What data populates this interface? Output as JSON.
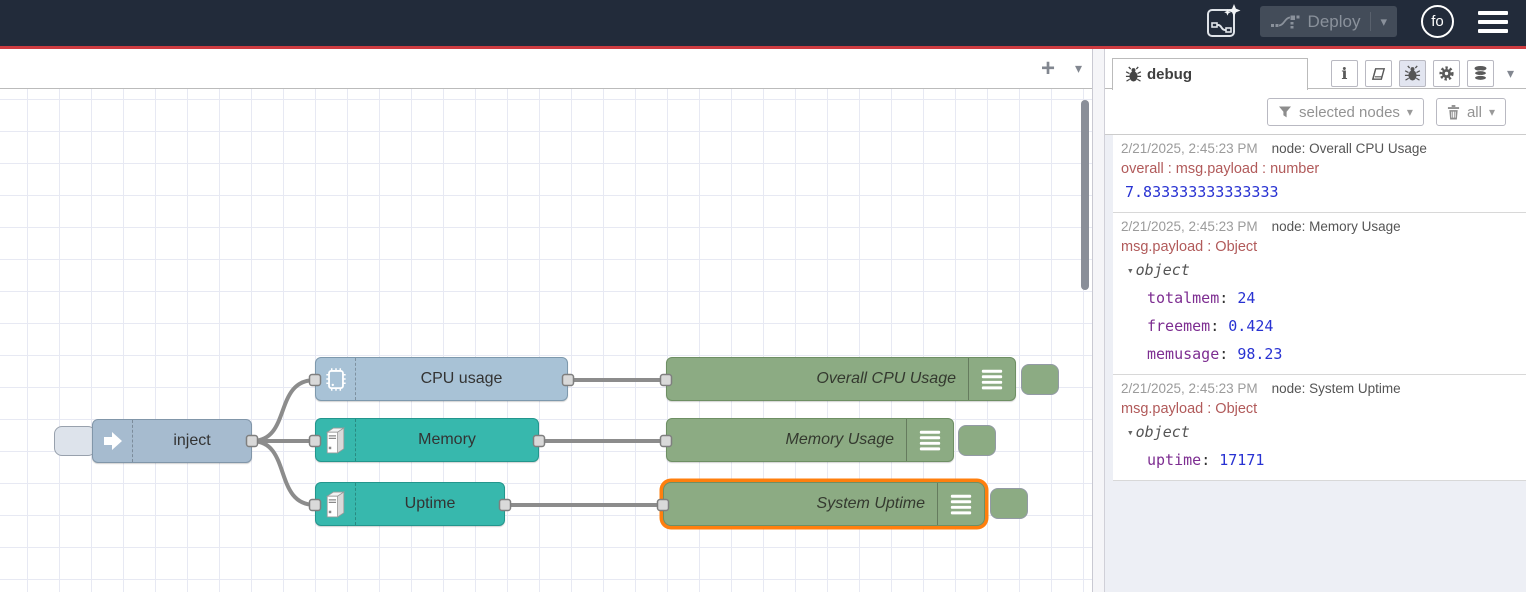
{
  "icons": {
    "plus": "+",
    "chevron_down": "▾",
    "object_toggle": "▾"
  },
  "colors": {
    "header_bg": "#222b3a",
    "header_accent_red": "#cf3b40",
    "inject_node": "#a6bbcf",
    "cpu_node": "#a8c2d6",
    "teal_node": "#37b8ad",
    "debug_node": "#8cab83",
    "selected_outline": "#ff7f0e",
    "wire": "#8c8c8c",
    "debug_value_blue": "#2832d2",
    "debug_key_purple": "#7d2d91",
    "debug_property_red": "#b15a5a"
  },
  "header": {
    "deploy_label": "Deploy",
    "avatar_text": "fo"
  },
  "workspace": {
    "nodes": [
      {
        "id": "inject",
        "label": "inject"
      },
      {
        "id": "cpu",
        "label": "CPU usage"
      },
      {
        "id": "memory",
        "label": "Memory"
      },
      {
        "id": "uptime",
        "label": "Uptime"
      },
      {
        "id": "debug-cpu",
        "label": "Overall CPU Usage"
      },
      {
        "id": "debug-memory",
        "label": "Memory Usage"
      },
      {
        "id": "debug-uptime",
        "label": "System Uptime",
        "selected": true
      }
    ]
  },
  "sidebar": {
    "tab_label": "debug",
    "filter_label": "selected nodes",
    "clear_label": "all",
    "messages": [
      {
        "timestamp": "2/21/2025, 2:45:23 PM",
        "source": "node: Overall CPU Usage",
        "property": "overall : msg.payload : number",
        "value": "7.833333333333333"
      },
      {
        "timestamp": "2/21/2025, 2:45:23 PM",
        "source": "node: Memory Usage",
        "property": "msg.payload : Object",
        "object_label": "object",
        "entries": [
          {
            "key": "totalmem",
            "value": "24"
          },
          {
            "key": "freemem",
            "value": "0.424"
          },
          {
            "key": "memusage",
            "value": "98.23"
          }
        ]
      },
      {
        "timestamp": "2/21/2025, 2:45:23 PM",
        "source": "node: System Uptime",
        "property": "msg.payload : Object",
        "object_label": "object",
        "entries": [
          {
            "key": "uptime",
            "value": "17171"
          }
        ]
      }
    ]
  }
}
